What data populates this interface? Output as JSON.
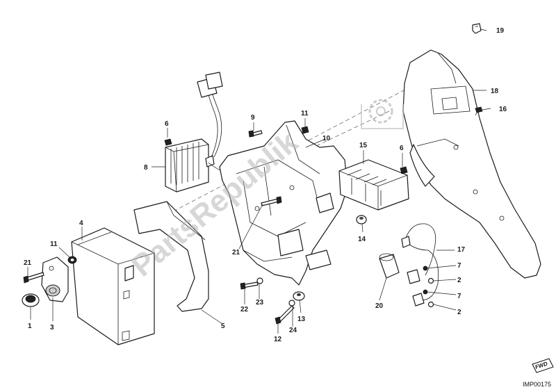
{
  "diagram": {
    "watermark": "PartsRepublik",
    "image_code": "IMP00175",
    "fwd_label": "FWD",
    "callouts": [
      {
        "id": "c1",
        "label": "1"
      },
      {
        "id": "c2a",
        "label": "2"
      },
      {
        "id": "c2b",
        "label": "2"
      },
      {
        "id": "c3",
        "label": "3"
      },
      {
        "id": "c4",
        "label": "4"
      },
      {
        "id": "c5",
        "label": "5"
      },
      {
        "id": "c6a",
        "label": "6"
      },
      {
        "id": "c6b",
        "label": "6"
      },
      {
        "id": "c7a",
        "label": "7"
      },
      {
        "id": "c7b",
        "label": "7"
      },
      {
        "id": "c8",
        "label": "8"
      },
      {
        "id": "c9",
        "label": "9"
      },
      {
        "id": "c10",
        "label": "10"
      },
      {
        "id": "c11a",
        "label": "11"
      },
      {
        "id": "c11b",
        "label": "11"
      },
      {
        "id": "c12",
        "label": "12"
      },
      {
        "id": "c13",
        "label": "13"
      },
      {
        "id": "c14",
        "label": "14"
      },
      {
        "id": "c15",
        "label": "15"
      },
      {
        "id": "c16",
        "label": "16"
      },
      {
        "id": "c17",
        "label": "17"
      },
      {
        "id": "c18",
        "label": "18"
      },
      {
        "id": "c19",
        "label": "19"
      },
      {
        "id": "c20",
        "label": "20"
      },
      {
        "id": "c21a",
        "label": "21"
      },
      {
        "id": "c21b",
        "label": "21"
      },
      {
        "id": "c22",
        "label": "22"
      },
      {
        "id": "c23",
        "label": "23"
      },
      {
        "id": "c24",
        "label": "24"
      }
    ]
  }
}
